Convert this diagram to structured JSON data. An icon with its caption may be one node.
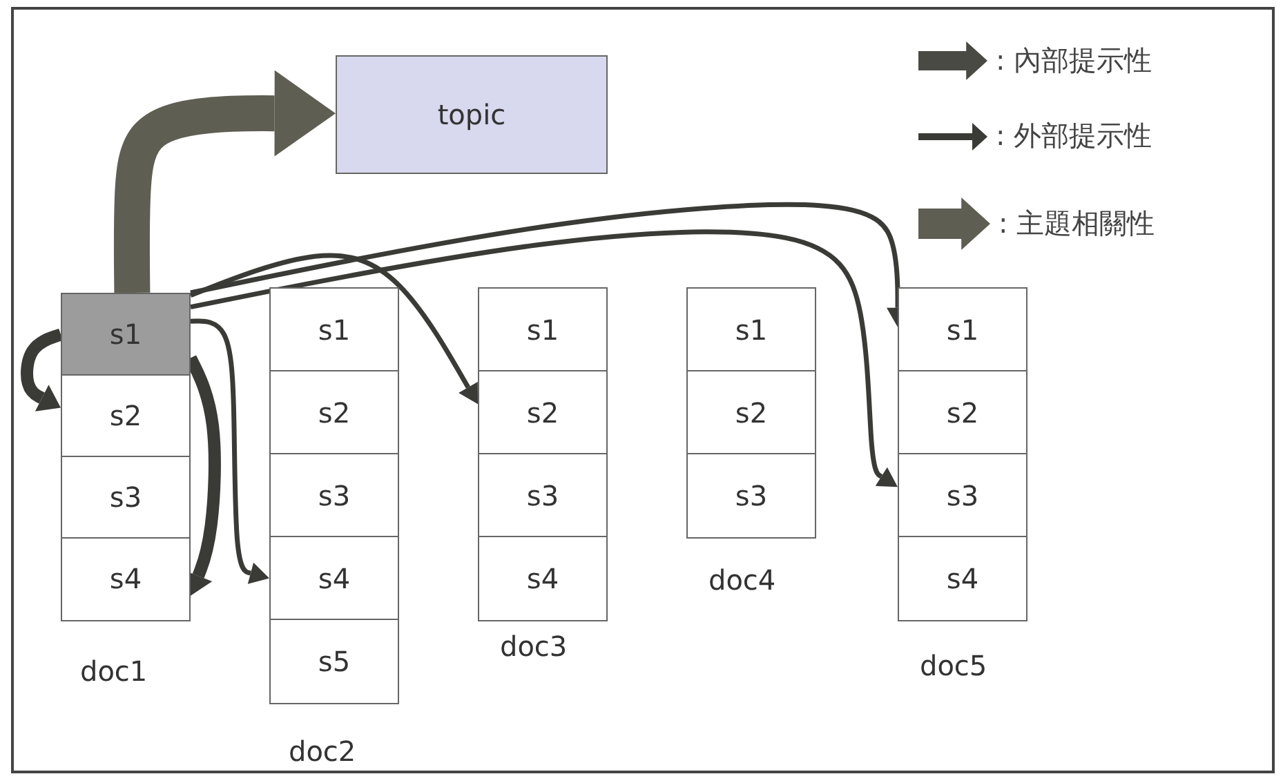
{
  "diagram": {
    "nodes": [
      {
        "text": [
          "topic"
        ]
      },
      {
        "text": [
          "s1"
        ]
      },
      {
        "text": [
          "s2"
        ]
      },
      {
        "text": [
          "s3"
        ]
      },
      {
        "text": [
          "s4"
        ],
        "beside": [
          "doc1"
        ]
      },
      {
        "text": [
          "s1"
        ]
      },
      {
        "text": [
          "s2"
        ]
      },
      {
        "text": [
          "s3"
        ]
      },
      {
        "text": [
          "s4"
        ]
      },
      {
        "text": [
          "s5"
        ],
        "beside": [
          "doc2"
        ]
      },
      {
        "text": [
          "s1"
        ]
      },
      {
        "text": [
          "s2"
        ]
      },
      {
        "text": [
          "s3"
        ]
      },
      {
        "text": [
          "s4"
        ],
        "beside": [
          "doc3"
        ]
      },
      {
        "text": [
          "s1"
        ]
      },
      {
        "text": [
          "s2"
        ]
      },
      {
        "text": [
          "s3"
        ],
        "beside": [
          "doc4"
        ]
      },
      {
        "text": [
          "s1"
        ]
      },
      {
        "text": [
          "s2"
        ]
      },
      {
        "text": [
          "s3"
        ]
      },
      {
        "text": [
          "s4"
        ],
        "beside": [
          "doc5"
        ]
      }
    ],
    "edges": [
      {
        "from": 1,
        "to": 0,
        "arrow": "to",
        "style": "thick",
        "color": "#5e5e52"
      },
      {
        "from": 1,
        "to": 2,
        "arrow": "to",
        "style": "thick"
      },
      {
        "from": 1,
        "to": 4,
        "arrow": "to",
        "style": "thick"
      },
      {
        "from": 1,
        "to": 8,
        "arrow": "to"
      },
      {
        "from": 1,
        "to": 11,
        "arrow": "to"
      },
      {
        "from": 1,
        "to": 17,
        "arrow": "to"
      },
      {
        "from": 1,
        "to": 19,
        "arrow": "to"
      }
    ],
    "legend": [
      {
        "text": ": 內部提示性"
      },
      {
        "text": ": 外部提示性"
      },
      {
        "text": ": 主題相關性"
      }
    ]
  }
}
